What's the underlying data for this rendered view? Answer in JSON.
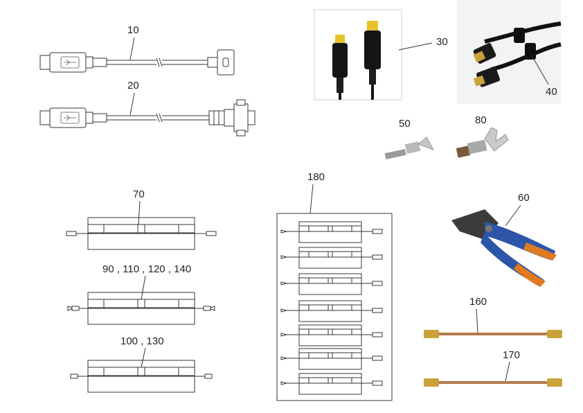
{
  "labels": {
    "usb_a_cable": "10",
    "usb_screw_cable": "20",
    "displayport_cable": "30",
    "usb_b_cable": "40",
    "contact_small": "50",
    "crimp_tool": "60",
    "fixture_single": "70",
    "contact_large": "80",
    "fixture_group_a": "90 , 110 , 120 , 140",
    "fixture_group_b": "100 , 130",
    "rf_cable_a": "160",
    "rf_cable_b": "170",
    "panel_array": "180"
  },
  "colors": {
    "line": "#333333",
    "tool_blue": "#2d56a8",
    "tool_orange": "#e07a1f",
    "tool_metal": "#3b3b3b",
    "coax_copper": "#b57a4a",
    "connector_gold": "#c9a23a",
    "dp_gold": "#e8c22a",
    "photo_bg": "#f3f3f3"
  }
}
